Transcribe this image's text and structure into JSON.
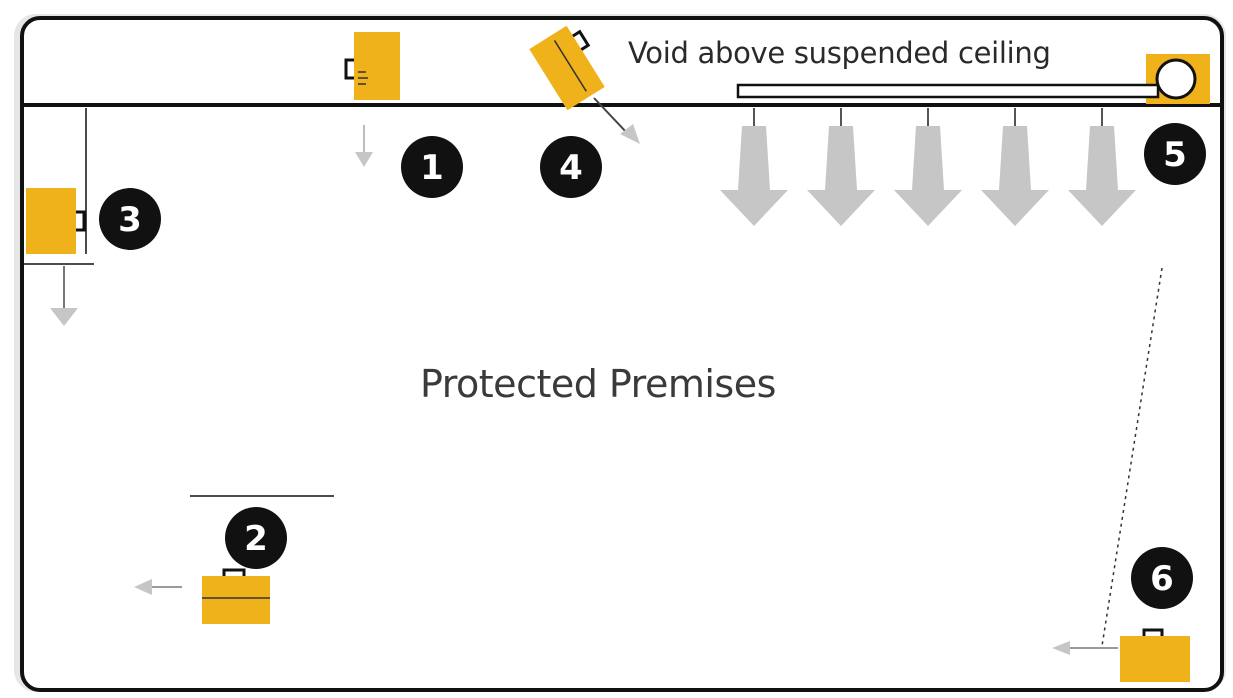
{
  "labels": {
    "void": "Void above suspended ceiling",
    "premises": "Protected Premises"
  },
  "markers": [
    "1",
    "2",
    "3",
    "4",
    "5",
    "6"
  ],
  "colors": {
    "unit": "#f0b21b",
    "arrow": "#c6c6c6",
    "frame": "#111111",
    "badge": "#111111"
  }
}
